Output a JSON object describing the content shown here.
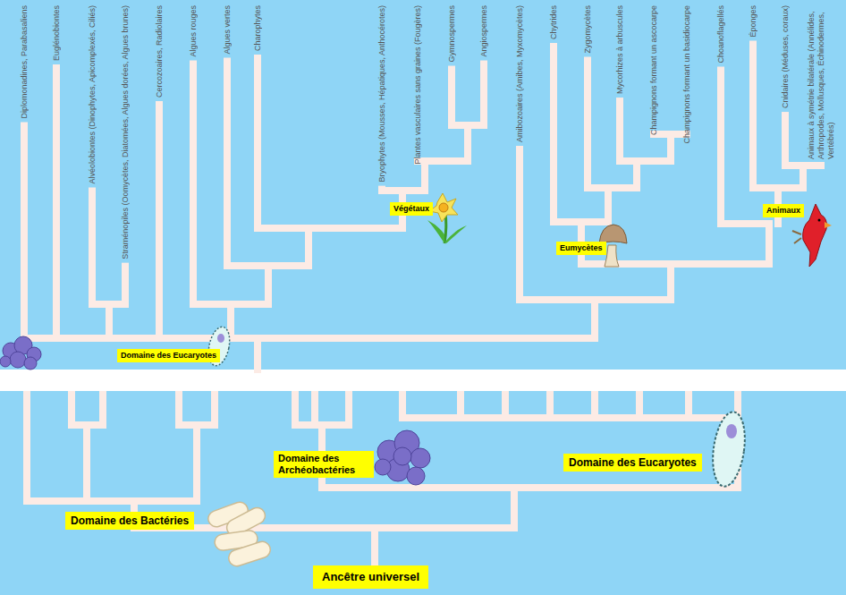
{
  "diagram": {
    "nodes": [
      {
        "text": [
          "Végétaux"
        ]
      },
      {
        "text": [
          "Eumycètes"
        ]
      },
      {
        "text": [
          "Animaux"
        ]
      },
      {
        "text": [
          "Domaine des Eucaryotes"
        ]
      },
      {
        "text": [
          "Domaine des Archéobactéries"
        ]
      },
      {
        "text": [
          "Domaine des Eucaryotes"
        ]
      },
      {
        "text": [
          "Domaine des Bactéries"
        ]
      },
      {
        "text": [
          "Ancêtre universel"
        ]
      }
    ],
    "labels": [
      "Diplomonadines, Parabasaliens",
      "Euglénobiontes",
      "Alvéolobiontes (Dinophytes, Apicomplexés, Ciliés)",
      "Straménopiles (Oomycètes, Diatomées, Algues dorées, Algues brunes)",
      "Cercozoaires, Radiolaires",
      "Algues rouges",
      "Algues vertes",
      "Charophytes",
      "Bryophytes (Mousses, Hépatiques, Anthocérotes)",
      "Plantes vasculaires sans graines (Fougères)",
      "Gymnospermes",
      "Angiospermes",
      "Amibozoaires (Amibes, Myxomycètes)",
      "Chytrides",
      "Zygomycètes",
      "Mycorhizes à arbuscules",
      "Champignons formant un ascocarpe",
      "Champignons formant un basidiocarpe",
      "Choanoflagellés",
      "Éponges",
      "Cnidaires (Méduses, coraux)",
      "Animaux à symétrie bilatérale (Annélides, Arthropodes, Mollusques, Échinodermes, Vertébrés)"
    ]
  }
}
